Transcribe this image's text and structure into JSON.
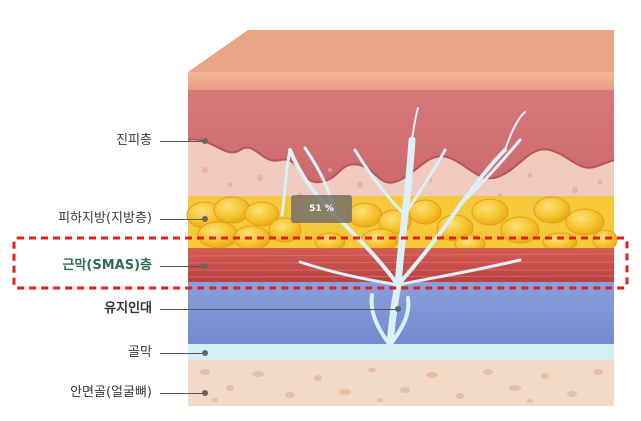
{
  "labels": {
    "dermis": "진피층",
    "subcutaneous_fat": "피하지방(지방층)",
    "smas": "근막(SMAS)층",
    "retaining_ligament": "유지인대",
    "periosteum": "골막",
    "facial_bone": "안면골(얼굴뼈)"
  },
  "badge": "51 %",
  "colors": {
    "epidermis": "#e9a585",
    "dermis": "#cf6e71",
    "dermis_lower": "#f0c9be",
    "fat": "#f5c12a",
    "smas": "#c94a46",
    "ligament_layer": "#7f95d3",
    "periosteum": "#d2ecf4",
    "bone": "#f3dac6",
    "fibers": "#dcf2f8",
    "highlight_box": "#e02020",
    "highlight_text": "#2f6b4f"
  }
}
